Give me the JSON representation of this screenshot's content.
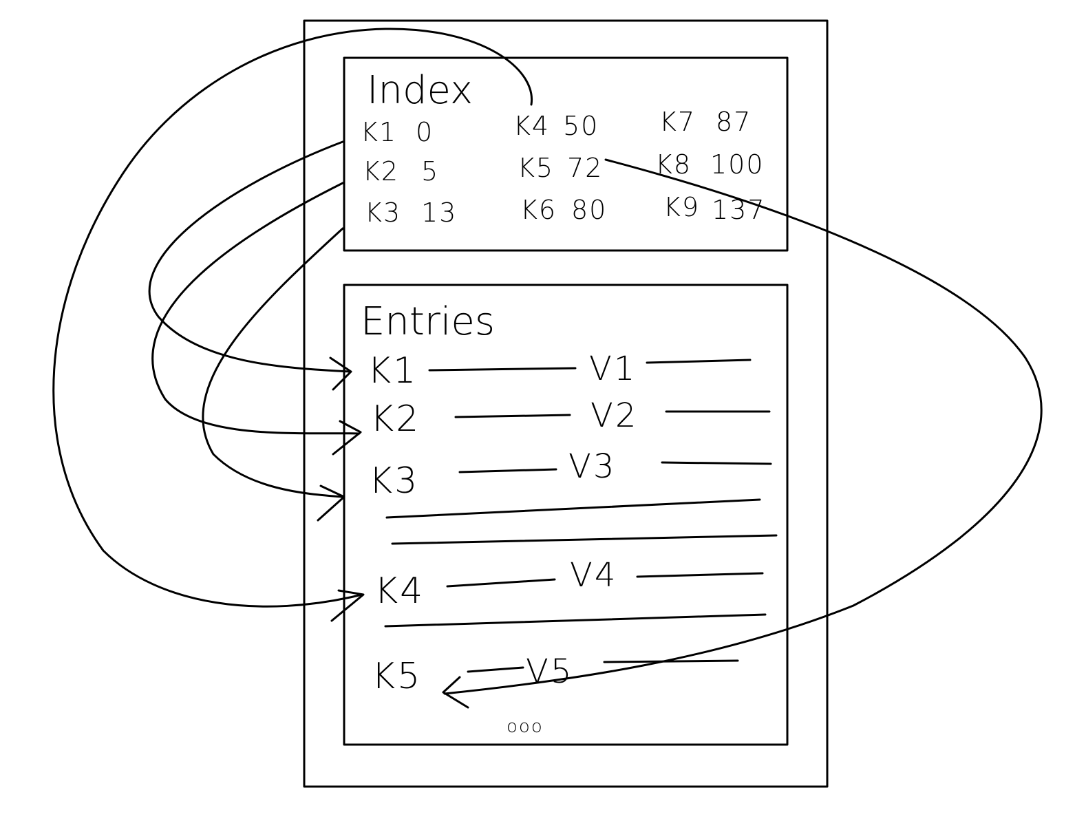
{
  "index": {
    "title": "Index",
    "entries": [
      {
        "key": "K1",
        "offset": "0"
      },
      {
        "key": "K2",
        "offset": "5"
      },
      {
        "key": "K3",
        "offset": "13"
      },
      {
        "key": "K4",
        "offset": "50"
      },
      {
        "key": "K5",
        "offset": "72"
      },
      {
        "key": "K6",
        "offset": "80"
      },
      {
        "key": "K7",
        "offset": "87"
      },
      {
        "key": "K8",
        "offset": "100"
      },
      {
        "key": "K9",
        "offset": "137"
      }
    ]
  },
  "entries": {
    "title": "Entries",
    "rows": [
      {
        "key": "K1",
        "value": "V1"
      },
      {
        "key": "K2",
        "value": "V2"
      },
      {
        "key": "K3",
        "value": "V3"
      },
      {
        "key": "K4",
        "value": "V4"
      },
      {
        "key": "K5",
        "value": "V5"
      }
    ],
    "more": "ooo"
  }
}
